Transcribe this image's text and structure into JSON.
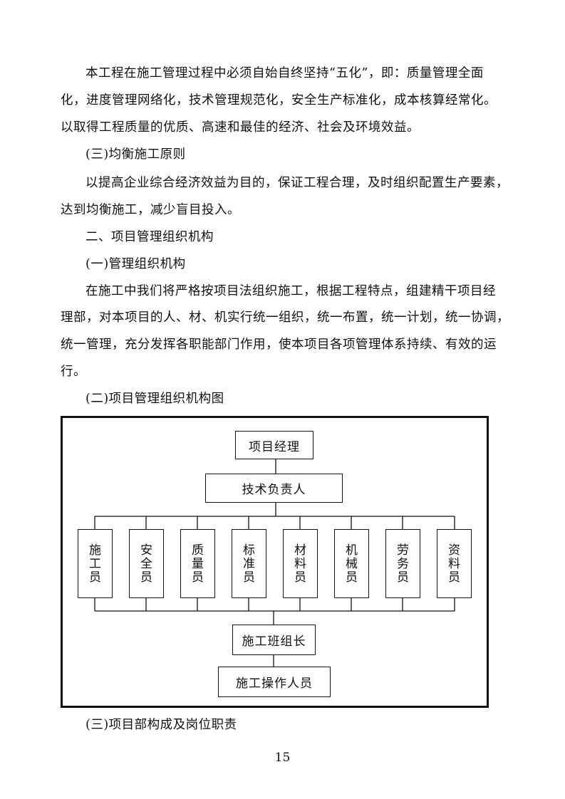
{
  "body": {
    "paragraph_1": [
      "本工程在施工管理过程中必须自始自终坚持“五化”，即：质量管理全面",
      "化，进度管理网络化，技术管理规范化，安全生产标准化，成本核算经常化。",
      "以取得工程质量的优质、高速和最佳的经济、社会及环境效益。"
    ],
    "heading_3": "(三)均衡施工原则",
    "paragraph_2": [
      "以提高企业综合经济效益为目的，保证工程合理，及时组织配置生产要素，",
      "达到均衡施工，减少盲目投入。"
    ],
    "section_2": "二、项目管理组织机构",
    "heading_1": "(一)管理组织机构",
    "paragraph_3": [
      "在施工中我们将严格按项目法组织施工，根据工程特点，组建精干项目经",
      "理部，对本项目的人、材、机实行统一组织，统一布置，统一计划，统一协调，",
      "统一管理，充分发挥各职能部门作用，使本项目各项管理体系持续、有效的运",
      "行。"
    ],
    "heading_2": "(二)项目管理组织机构图",
    "heading_after_chart": "(三)项目部构成及岗位职责"
  },
  "org_chart": {
    "top": "项目经理",
    "second": "技术负责人",
    "roles": [
      [
        "施",
        "工",
        "员"
      ],
      [
        "安",
        "全",
        "员"
      ],
      [
        "质",
        "量",
        "员"
      ],
      [
        "标",
        "准",
        "员"
      ],
      [
        "材",
        "料",
        "员"
      ],
      [
        "机",
        "械",
        "员"
      ],
      [
        "劳",
        "务",
        "员"
      ],
      [
        "资",
        "料",
        "员"
      ]
    ],
    "team_leader": "施工班组长",
    "workers": "施工操作人员"
  },
  "footer": {
    "page_number": "15"
  }
}
